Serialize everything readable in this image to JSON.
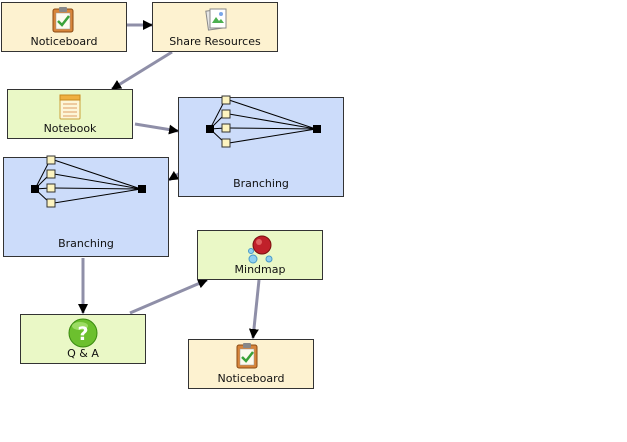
{
  "colors": {
    "tool_fill": "#fdf2d0",
    "activity_fill": "#eaf8c6",
    "branching_fill": "#ccdcfa",
    "connector": "#8f8fa8",
    "node_border": "#333333"
  },
  "nodes": {
    "noticeboard_top": {
      "label": "Noticeboard",
      "icon": "noticeboard-icon"
    },
    "share_resources": {
      "label": "Share Resources",
      "icon": "share-resources-icon"
    },
    "notebook": {
      "label": "Notebook",
      "icon": "notebook-icon"
    },
    "branching_right": {
      "label": "Branching",
      "icon": "branching-icon"
    },
    "branching_left": {
      "label": "Branching",
      "icon": "branching-icon"
    },
    "mindmap": {
      "label": "Mindmap",
      "icon": "mindmap-icon"
    },
    "qa": {
      "label": "Q & A",
      "icon": "question-icon"
    },
    "noticeboard_bottom": {
      "label": "Noticeboard",
      "icon": "noticeboard-icon"
    }
  }
}
